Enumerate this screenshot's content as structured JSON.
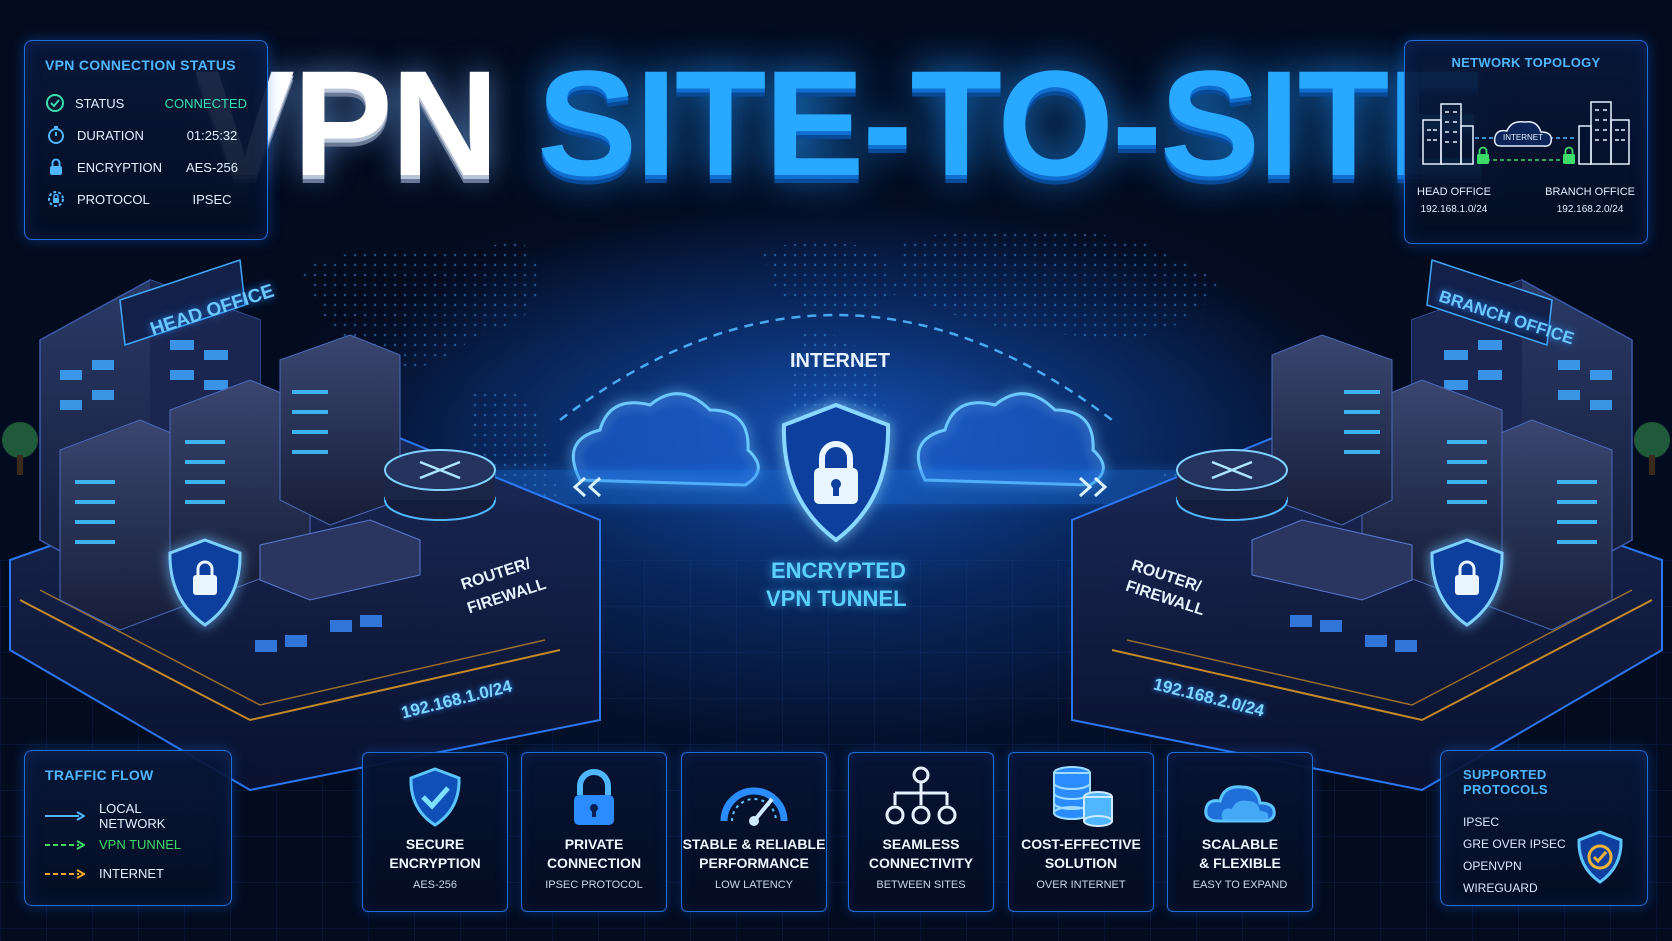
{
  "title": {
    "word1": "VPN",
    "word2": "SITE-TO-SITE"
  },
  "status_panel": {
    "title": "VPN CONNECTION STATUS",
    "rows": [
      {
        "icon": "check-circle-icon",
        "label": "STATUS",
        "value": "CONNECTED"
      },
      {
        "icon": "stopwatch-icon",
        "label": "DURATION",
        "value": "01:25:32"
      },
      {
        "icon": "lock-icon",
        "label": "ENCRYPTION",
        "value": "AES-256"
      },
      {
        "icon": "gear-lock-icon",
        "label": "PROTOCOL",
        "value": "IPSEC"
      }
    ]
  },
  "topology_panel": {
    "title": "NETWORK TOPOLOGY",
    "cloud_label": "INTERNET",
    "left_site": {
      "name": "HEAD OFFICE",
      "subnet": "192.168.1.0/24"
    },
    "right_site": {
      "name": "BRANCH OFFICE",
      "subnet": "192.168.2.0/24"
    }
  },
  "scene": {
    "internet_label": "INTERNET",
    "tunnel_label_line1": "ENCRYPTED",
    "tunnel_label_line2": "VPN TUNNEL",
    "head_office_sign": "HEAD OFFICE",
    "branch_office_sign": "BRANCH OFFICE",
    "left_router_line1": "ROUTER/",
    "left_router_line2": "FIREWALL",
    "right_router_line1": "ROUTER/",
    "right_router_line2": "FIREWALL",
    "left_subnet": "192.168.1.0/24",
    "right_subnet": "192.168.2.0/24"
  },
  "traffic_panel": {
    "title": "TRAFFIC FLOW",
    "items": [
      {
        "label": "LOCAL NETWORK",
        "color": "#4fb6ff"
      },
      {
        "label": "VPN TUNNEL",
        "color": "#3ddc6a"
      },
      {
        "label": "INTERNET",
        "color": "#f2a623"
      }
    ]
  },
  "features": [
    {
      "icon": "shield-check-icon",
      "title1": "SECURE",
      "title2": "ENCRYPTION",
      "sub": "AES-256"
    },
    {
      "icon": "padlock-icon",
      "title1": "PRIVATE",
      "title2": "CONNECTION",
      "sub": "IPSEC PROTOCOL"
    },
    {
      "icon": "speedometer-icon",
      "title1": "STABLE & RELIABLE",
      "title2": "PERFORMANCE",
      "sub": "LOW LATENCY"
    },
    {
      "icon": "network-tree-icon",
      "title1": "SEAMLESS",
      "title2": "CONNECTIVITY",
      "sub": "BETWEEN SITES"
    },
    {
      "icon": "coin-stack-icon",
      "title1": "COST-EFFECTIVE",
      "title2": "SOLUTION",
      "sub": "OVER INTERNET"
    },
    {
      "icon": "cloud-icon",
      "title1": "SCALABLE",
      "title2": "& FLEXIBLE",
      "sub": "EASY TO EXPAND"
    }
  ],
  "protocols_panel": {
    "title": "SUPPORTED PROTOCOLS",
    "items": [
      "IPSEC",
      "GRE OVER IPSEC",
      "OPENVPN",
      "WIREGUARD"
    ]
  },
  "colors": {
    "accent": "#28a8ff",
    "connected": "#38e0b0",
    "vpn_green": "#3ddc6a",
    "internet_orange": "#f2a623"
  }
}
